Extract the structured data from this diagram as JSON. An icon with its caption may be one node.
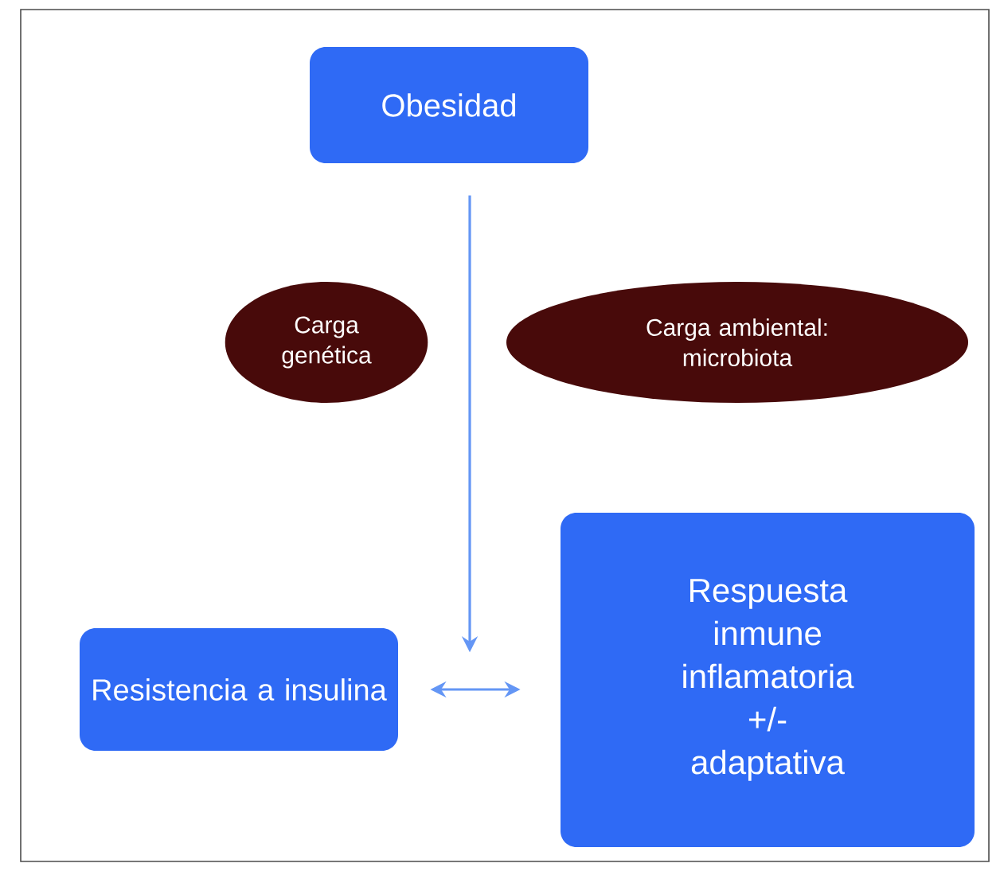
{
  "diagram": {
    "nodes": [
      {
        "text": [
          "Obesidad"
        ]
      },
      {
        "text": [
          "Carga genética"
        ]
      },
      {
        "text": [
          "Carga ambiental: microbiota"
        ]
      },
      {
        "text": [
          "Resistencia a insulina"
        ]
      },
      {
        "text": [
          "Respuesta inmune inflamatoria +/- adaptativa"
        ]
      }
    ],
    "edges": [
      {
        "from": 0,
        "to": null,
        "arrow": "to"
      },
      {
        "from": 3,
        "to": 4,
        "arrow": "both"
      }
    ]
  }
}
